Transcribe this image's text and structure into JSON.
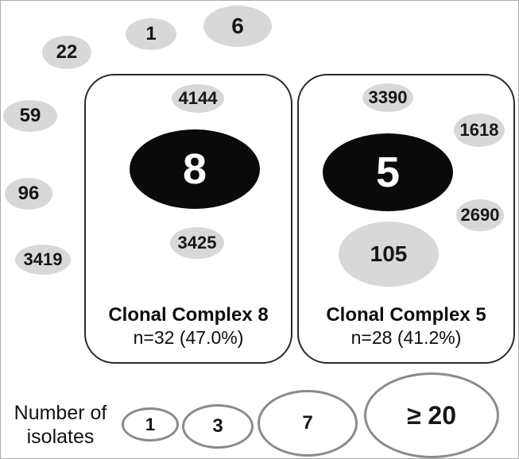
{
  "figure": {
    "type": "clonal-complex-diagram",
    "colors": {
      "singleton_fill": "#d8d8d8",
      "founder_fill": "#0a0a0a",
      "founder_text": "#ffffff",
      "box_border": "#2b2b2b",
      "legend_border": "#8a8a8a",
      "connector": "#444444",
      "background": "#ffffff"
    },
    "outside_nodes": [
      {
        "label": "22"
      },
      {
        "label": "1"
      },
      {
        "label": "6"
      },
      {
        "label": "59"
      },
      {
        "label": "96"
      },
      {
        "label": "3419"
      }
    ],
    "complexes": [
      {
        "title": "Clonal Complex 8",
        "subtitle": "n=32 (47.0%)",
        "founder": {
          "label": "8"
        },
        "satellites": [
          {
            "label": "4144"
          },
          {
            "label": "3425"
          }
        ]
      },
      {
        "title": "Clonal Complex 5",
        "subtitle": "n=28 (41.2%)",
        "founder": {
          "label": "5"
        },
        "satellites": [
          {
            "label": "3390"
          },
          {
            "label": "1618"
          },
          {
            "label": "2690"
          },
          {
            "label": "105"
          }
        ]
      }
    ]
  },
  "legend": {
    "label_line1": "Number of",
    "label_line2": "isolates",
    "sizes": [
      {
        "label": "1"
      },
      {
        "label": "3"
      },
      {
        "label": "7"
      },
      {
        "label": "≥ 20"
      }
    ]
  }
}
